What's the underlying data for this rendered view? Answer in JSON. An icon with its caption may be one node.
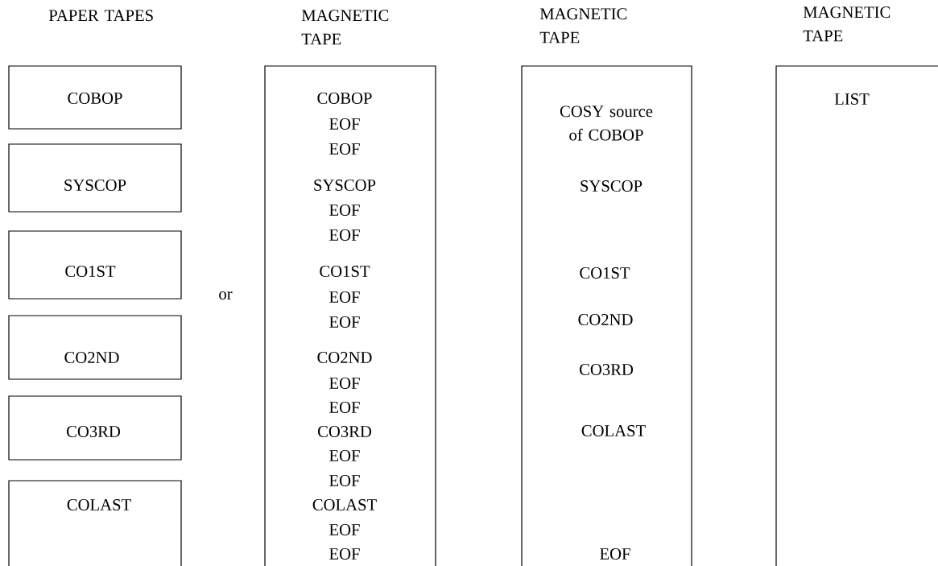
{
  "diagram": {
    "nodes": [
      {
        "text": [
          "COBOP"
        ]
      },
      {
        "text": [
          "SYSCOP"
        ]
      },
      {
        "text": [
          "CO1ST"
        ]
      },
      {
        "text": [
          "CO2ND"
        ]
      },
      {
        "text": [
          "CO3RD"
        ]
      },
      {
        "text": [
          "COLAST"
        ]
      },
      {
        "text": [
          "MAGNETIC TAPE",
          "COBOP",
          "EOF",
          "EOF",
          "SYSCOP",
          "EOF",
          "EOF",
          "CO1ST",
          "EOF",
          "EOF",
          "CO2ND",
          "EOF",
          "EOF",
          "CO3RD",
          "EOF",
          "EOF",
          "COLAST",
          "EOF",
          "EOF"
        ]
      },
      {
        "text": [
          "MAGNETIC TAPE",
          "COSY source of COBOP",
          "SYSCOP",
          "CO1ST",
          "CO2ND",
          "CO3RD",
          "COLAST",
          "EOF"
        ]
      },
      {
        "text": [
          "MAGNETIC TAPE",
          "LIST"
        ]
      }
    ],
    "labels": [
      "PAPER TAPES",
      "or"
    ]
  }
}
